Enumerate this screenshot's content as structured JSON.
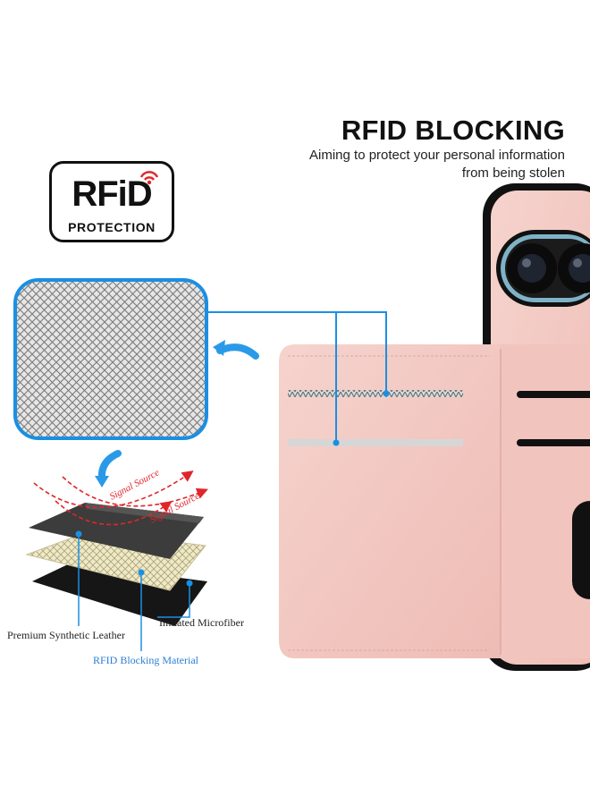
{
  "header": {
    "title": "RFID BLOCKING",
    "subtitle_line1": "Aiming to protect your personal information",
    "subtitle_line2": "from being stolen"
  },
  "badge": {
    "main": "RFiD",
    "sub": "PROTECTION",
    "signal_color": "#e0262b"
  },
  "diagram": {
    "signal_label_1": "Signal Source",
    "signal_label_2": "Signal Source",
    "layer_labels": {
      "top": "Premium Synthetic Leather",
      "bottom": "Imitated Microfiber",
      "middle": "RFID Blocking Material"
    }
  },
  "colors": {
    "accent_blue": "#1a8fe3",
    "case_pink": "#f2c7c1",
    "signal_red": "#e0262b"
  }
}
